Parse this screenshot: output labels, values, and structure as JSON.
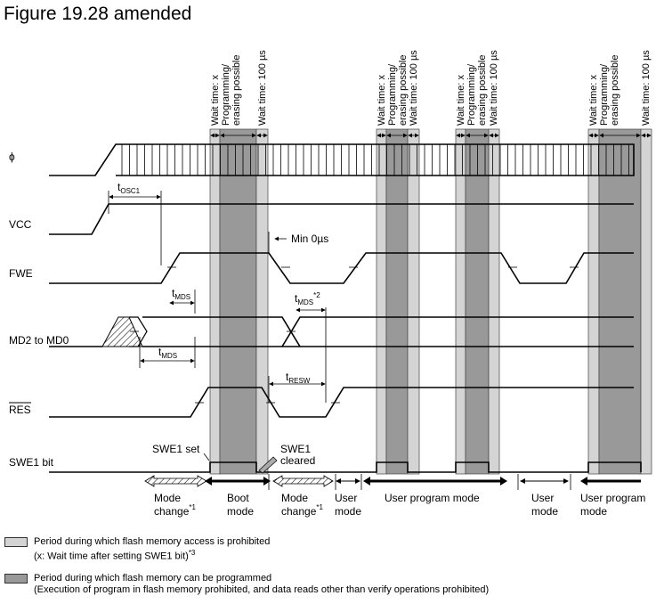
{
  "title": "Figure 19.28 amended",
  "signals": {
    "phi": "ϕ",
    "vcc": "VCC",
    "fwe": "FWE",
    "md": "MD2 to MD0",
    "res": "RES",
    "swe1": "SWE1 bit"
  },
  "column_headers": {
    "wait_x": "Wait time: x",
    "prog_line1": "Programming/",
    "prog_line2": "erasing possible",
    "wait_100": "Wait time: 100 µs"
  },
  "timing_labels": {
    "tosc1_main": "t",
    "tosc1_sub": "OSC1",
    "tmds_main": "t",
    "tmds_sub": "MDS",
    "tmds2_sup": "*2",
    "tresw_main": "t",
    "tresw_sub": "RESW",
    "min0": "Min 0µs",
    "swe1_set": "SWE1 set",
    "swe1_cleared_1": "SWE1",
    "swe1_cleared_2": "cleared"
  },
  "modes": {
    "mode_change": "Mode",
    "mode_change_2": "change",
    "mode_change_sup": "*1",
    "boot_1": "Boot",
    "boot_2": "mode",
    "user_1": "User",
    "user_2": "mode",
    "user_program": "User program mode",
    "user_program_1": "User program",
    "user_program_2": "mode"
  },
  "legend": {
    "light_line1": "Period during which flash memory access is prohibited",
    "light_line2": "(x: Wait time after setting SWE1 bit)",
    "light_sup": "*3",
    "dark_line1": "Period during which flash memory can be programmed",
    "dark_line2": "(Execution of program in flash memory prohibited, and data reads other than verify operations prohibited)"
  },
  "colors": {
    "light_gray": "#d4d4d4",
    "dark_gray": "#999999"
  }
}
